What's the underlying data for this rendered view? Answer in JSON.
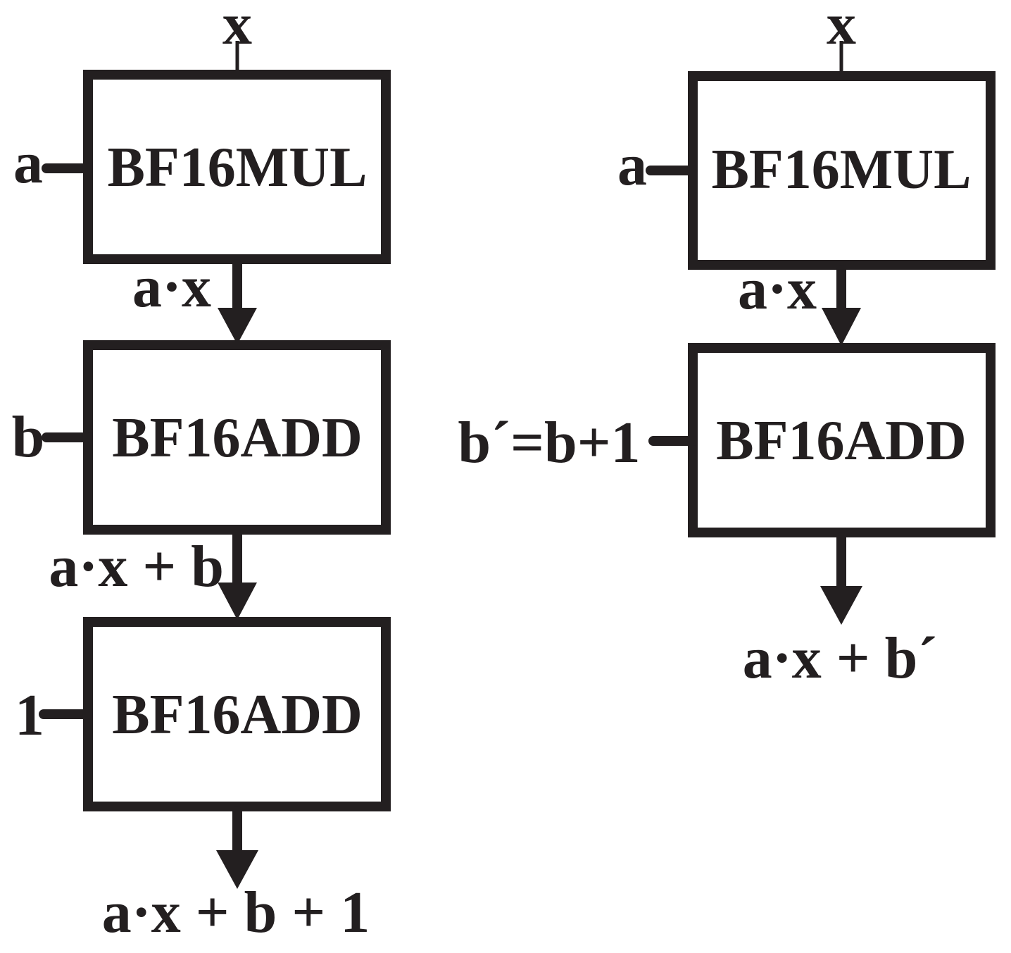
{
  "left": {
    "top_input": "x",
    "blocks": [
      {
        "label": "BF16MUL",
        "side_input": "a"
      },
      {
        "label": "BF16ADD",
        "side_input": "b"
      },
      {
        "label": "BF16ADD",
        "side_input": "1"
      }
    ],
    "intermediates": [
      "a·x",
      "a·x + b"
    ],
    "output": "a·x + b + 1"
  },
  "right": {
    "top_input": "x",
    "blocks": [
      {
        "label": "BF16MUL",
        "side_input": "a"
      },
      {
        "label": "BF16ADD",
        "side_input": "b´=b+1"
      }
    ],
    "intermediates": [
      "a·x"
    ],
    "output": "a·x + b´"
  },
  "colors": {
    "ink": "#231f20",
    "background": "#ffffff"
  }
}
